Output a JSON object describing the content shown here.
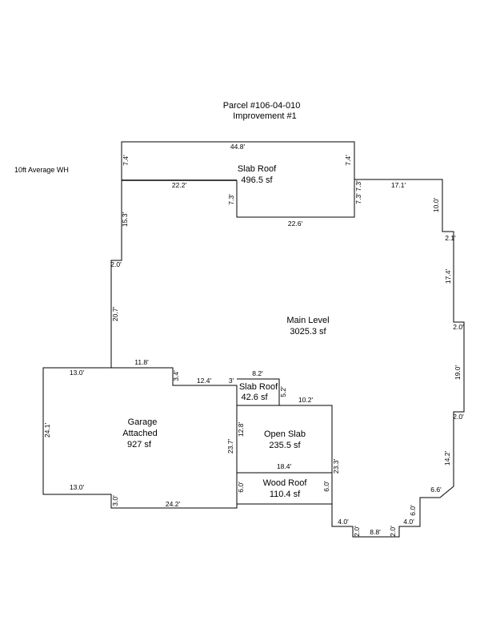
{
  "title": {
    "parcel": "Parcel #106-04-010",
    "improvement": "Improvement #1"
  },
  "note": "10ft Average WH",
  "areas": {
    "slab_roof_top": {
      "name": "Slab Roof",
      "size": "496.5 sf"
    },
    "main_level": {
      "name": "Main Level",
      "size": "3025.3 sf"
    },
    "garage": {
      "name1": "Garage",
      "name2": "Attached",
      "size": "927 sf"
    },
    "slab_roof_small": {
      "name": "Slab Roof",
      "size": "42.6 sf"
    },
    "open_slab": {
      "name": "Open Slab",
      "size": "235.5 sf"
    },
    "wood_roof": {
      "name": "Wood Roof",
      "size": "110.4 sf"
    }
  },
  "dimensions": {
    "d_44_8": "44.8'",
    "d_7_4_left": "7.4'",
    "d_7_4_right": "7.4'",
    "d_22_2": "22.2'",
    "d_7_3_a": "7.3'",
    "d_7_3_b": "7.3'",
    "d_7_3_c": "7.3'",
    "d_22_6": "22.6'",
    "d_17_1": "17.1'",
    "d_15_3": "15.3'",
    "d_10_0": "10.0'",
    "d_2_1": "2.1'",
    "d_2_0_left": "2.0'",
    "d_17_4": "17.4'",
    "d_20_7": "20.7'",
    "d_2_0_r1": "2.0'",
    "d_19_0": "19.0'",
    "d_11_8": "11.8'",
    "d_13_0_top": "13.0'",
    "d_3_4": "3.4'",
    "d_12_4": "12.4'",
    "d_3": "3'",
    "d_8_2": "8.2'",
    "d_5_2": "5.2'",
    "d_10_2": "10.2'",
    "d_2_0_r2": "2.0'",
    "d_24_1": "24.1'",
    "d_12_8": "12.8'",
    "d_23_7": "23.7'",
    "d_14_2": "14.2'",
    "d_18_4": "18.4'",
    "d_23_3": "23.3'",
    "d_6_6": "6.6'",
    "d_13_0_bot": "13.0'",
    "d_6_0_a": "6.0'",
    "d_6_0_b": "6.0'",
    "d_6_0_c": "6.0'",
    "d_3_0": "3.0'",
    "d_24_2": "24.2'",
    "d_4_0_left": "4.0'",
    "d_4_0_right": "4.0'",
    "d_2_0_b1": "2.0'",
    "d_8_8": "8.8'",
    "d_2_0_b2": "2.0'"
  }
}
